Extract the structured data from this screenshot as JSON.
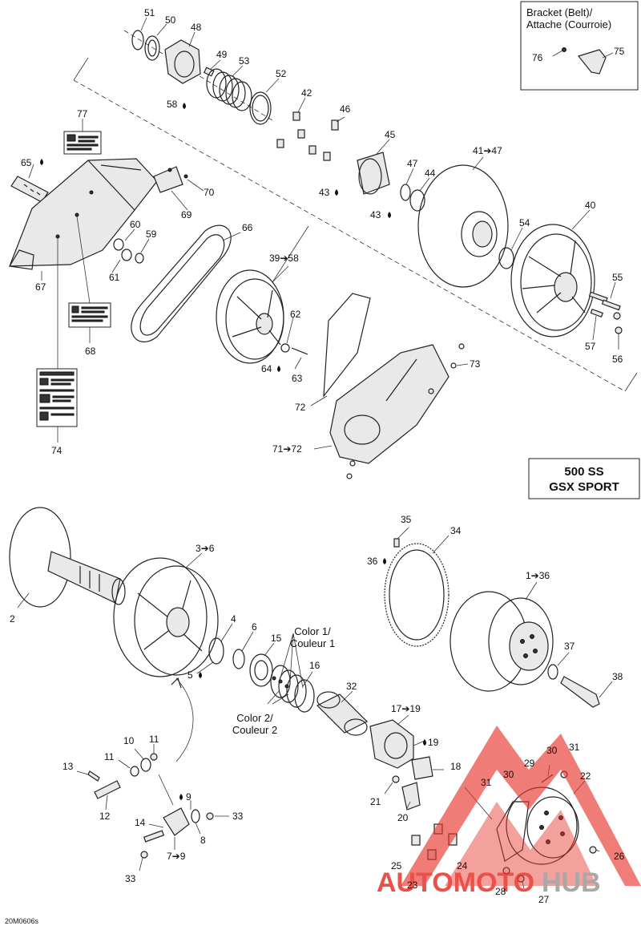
{
  "diagram": {
    "inset_title_line1": "Bracket (Belt)/",
    "inset_title_line2": "Attache (Courroie)",
    "model_line1": "500 SS",
    "model_line2": "GSX SPORT",
    "color1_line1": "Color 1/",
    "color1_line2": "Couleur 1",
    "color2_line1": "Color 2/",
    "color2_line2": "Couleur 2",
    "drawing_code": "20M0606s",
    "callouts": {
      "c51": "51",
      "c50": "50",
      "c48": "48",
      "c49": "49",
      "c53": "53",
      "c52": "52",
      "c42": "42",
      "c46": "46",
      "c45": "45",
      "c58": "58",
      "c77": "77",
      "c65": "65",
      "c70": "70",
      "c69": "69",
      "c66": "66",
      "c60": "60",
      "c59": "59",
      "c61": "61",
      "c67": "67",
      "c68": "68",
      "c74": "74",
      "c47": "47",
      "c44": "44",
      "c43a": "43",
      "c43b": "43",
      "c41_47": "41➔47",
      "c40": "40",
      "c54": "54",
      "c39_58": "39➔58",
      "c55": "55",
      "c62": "62",
      "c64": "64",
      "c63": "63",
      "c57": "57",
      "c56": "56",
      "c73": "73",
      "c72": "72",
      "c71_72": "71➔72",
      "c76": "76",
      "c75": "75",
      "c35": "35",
      "c34": "34",
      "c36a": "36",
      "c3_6": "3➔6",
      "c1_36": "1➔36",
      "c2": "2",
      "c4": "4",
      "c6": "6",
      "c15": "15",
      "c16": "16",
      "c5": "5",
      "c37": "37",
      "c38": "38",
      "c32": "32",
      "c17_19": "17➔19",
      "c19": "19",
      "c10": "10",
      "c11a": "11",
      "c11b": "11",
      "c13": "13",
      "c12": "12",
      "c18": "18",
      "c29": "29",
      "c30a": "30",
      "c31a": "31",
      "c22": "22",
      "c30b": "30",
      "c31b": "31",
      "c9": "9",
      "c33a": "33",
      "c14": "14",
      "c8": "8",
      "c7_9": "7➔9",
      "c33b": "33",
      "c21": "21",
      "c20": "20",
      "c25": "25",
      "c24": "24",
      "c23": "23",
      "c26": "26",
      "c28": "28",
      "c27": "27"
    }
  },
  "watermark": {
    "text_a": "AUTOMOTO",
    "text_b": "HUB",
    "color_red": "#e8332a",
    "color_gray": "#9a9a9a"
  }
}
